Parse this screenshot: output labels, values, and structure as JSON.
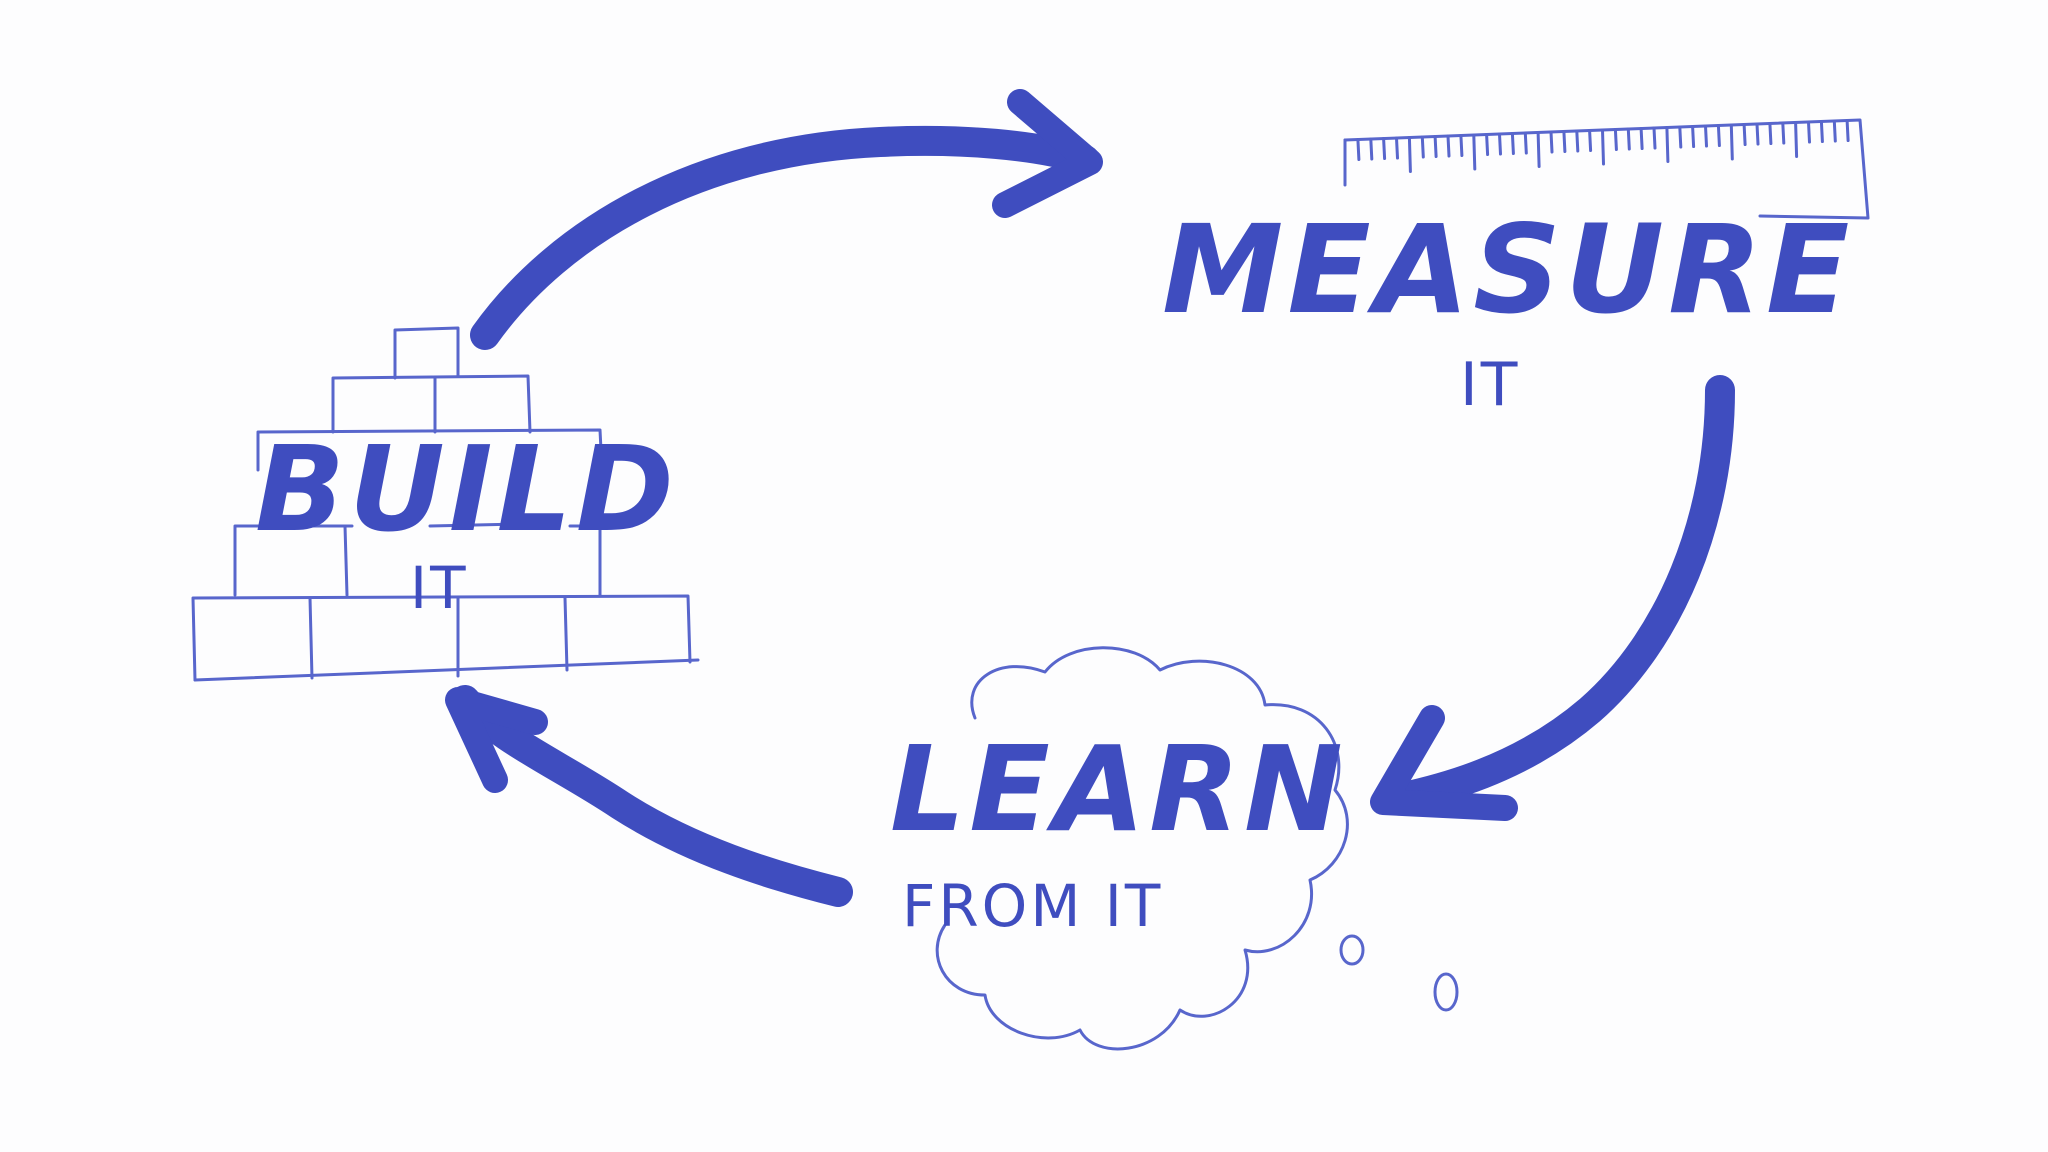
{
  "colors": {
    "ink": "#3f4dbf",
    "ink_light": "#5866cc",
    "background": "#fdfdfe"
  },
  "stages": {
    "build": {
      "label": "BUILD",
      "sub": "IT",
      "icon": "brick-wall-icon"
    },
    "measure": {
      "label": "MEASURE",
      "sub": "IT",
      "icon": "ruler-icon"
    },
    "learn": {
      "label": "LEARN",
      "sub": "FROM IT",
      "icon": "thought-cloud-icon"
    }
  }
}
